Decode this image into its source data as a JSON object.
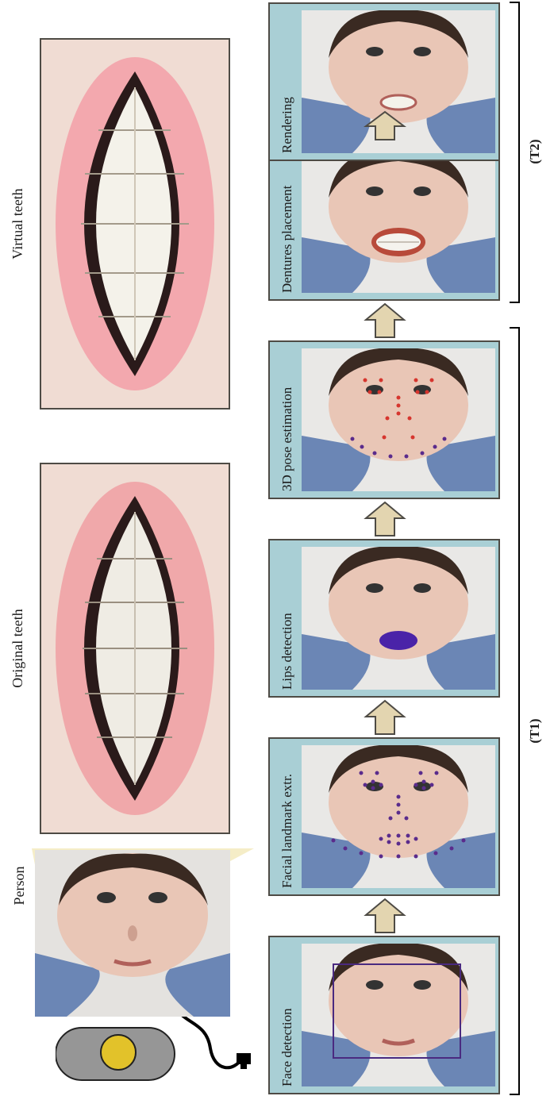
{
  "figure": {
    "top_labels": {
      "person": "Person",
      "original_teeth": "Original teeth",
      "virtual_teeth": "Virtual teeth"
    },
    "steps": [
      {
        "label": "Face detection",
        "overlay": "bounding-box"
      },
      {
        "label": "Facial landmark extr.",
        "overlay": "landmarks"
      },
      {
        "label": "Lips detection",
        "overlay": "lips-mask"
      },
      {
        "label": "3D pose estimation",
        "overlay": "pose-points"
      },
      {
        "label": "Dentures placement",
        "overlay": "dentures"
      },
      {
        "label": "Rendering",
        "overlay": "none"
      }
    ],
    "groups": {
      "t1": "(T1)",
      "t2": "(T2)"
    },
    "colors": {
      "panel_bg": "#a9cfd5",
      "panel_border": "#4e4b45",
      "arrow_fill": "#e3d5b0",
      "landmark_purple": "#5a2b8c",
      "pose_red": "#d6352e",
      "camera_lens": "#e2c22a",
      "camera_body": "#969696",
      "projection_cone": "#f4ecc4"
    }
  }
}
